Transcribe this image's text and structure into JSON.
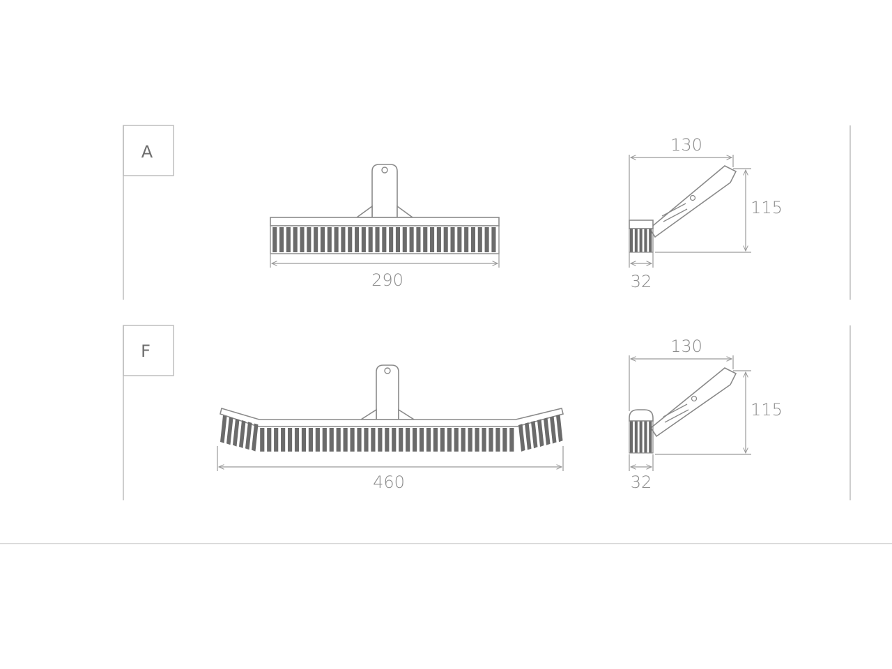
{
  "panels": [
    {
      "id": "A",
      "label": "A",
      "width_dim": "290",
      "side_width_dim": "130",
      "side_height_dim": "115",
      "side_depth_dim": "32"
    },
    {
      "id": "F",
      "label": "F",
      "width_dim": "460",
      "side_width_dim": "130",
      "side_height_dim": "115",
      "side_depth_dim": "32"
    }
  ],
  "colors": {
    "frame": "#bdbdbd",
    "dimension": "#9a9a9a",
    "outline": "#8a8a8a",
    "bristles": "#6b6b6b",
    "text": "#8c8c8c"
  }
}
